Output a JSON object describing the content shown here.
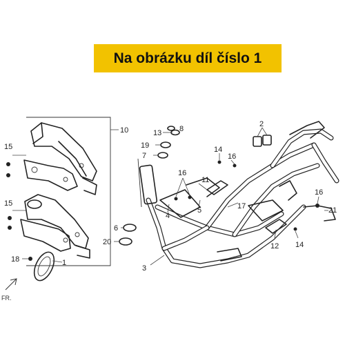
{
  "banner": {
    "text": "Na obrázku díl číslo 1"
  },
  "direction_label": "FR.",
  "callouts": [
    "1",
    "2",
    "3",
    "4",
    "5",
    "6",
    "7",
    "8",
    "10",
    "11",
    "12",
    "13",
    "14",
    "15",
    "16",
    "17",
    "18",
    "19",
    "20",
    "21"
  ],
  "colors": {
    "banner": "#f2c200",
    "line": "#222222"
  }
}
